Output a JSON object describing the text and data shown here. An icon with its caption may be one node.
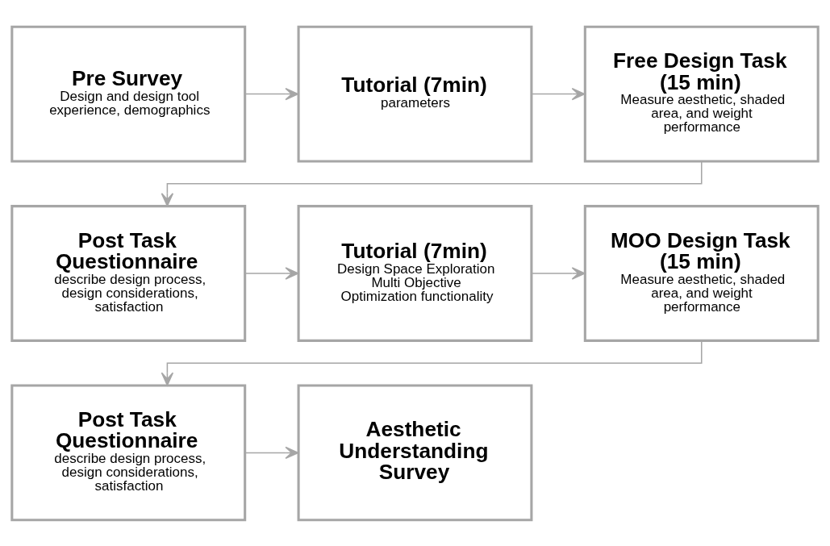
{
  "diagram": {
    "nodes": [
      {
        "text": [
          "Pre Survey",
          "Design and design tool experience, demographics"
        ]
      },
      {
        "text": [
          "Tutorial (7min)",
          "parameters"
        ]
      },
      {
        "text": [
          "Free Design Task (15 min)",
          "Measure aesthetic, shaded area, and weight performance"
        ]
      },
      {
        "text": [
          "Post Task Questionnaire",
          "describe design process, design considerations, satisfaction"
        ]
      },
      {
        "text": [
          "Tutorial (7min)",
          "Design Space Exploration Multi Objective Optimization functionality"
        ]
      },
      {
        "text": [
          "MOO Design Task (15 min)",
          "Measure aesthetic, shaded area, and weight performance"
        ]
      },
      {
        "text": [
          "Post Task Questionnaire",
          "describe design process, design considerations, satisfaction"
        ]
      },
      {
        "text": [
          "Aesthetic Understanding Survey"
        ]
      }
    ],
    "edges": [
      {
        "from": 0,
        "to": 1,
        "arrow": "to"
      },
      {
        "from": 1,
        "to": 2,
        "arrow": "to"
      },
      {
        "from": 2,
        "to": 3,
        "arrow": "to"
      },
      {
        "from": 3,
        "to": 4,
        "arrow": "to"
      },
      {
        "from": 4,
        "to": 5,
        "arrow": "to"
      },
      {
        "from": 5,
        "to": 6,
        "arrow": "to"
      },
      {
        "from": 6,
        "to": 7,
        "arrow": "to"
      }
    ]
  }
}
